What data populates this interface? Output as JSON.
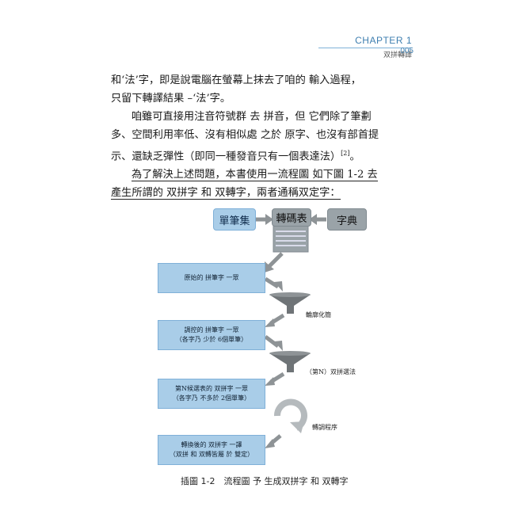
{
  "header": {
    "chapter": "CHAPTER 1",
    "subtitle": "双拼轉譯",
    "page_number": "005"
  },
  "body": {
    "p1_line1": "和‘法’字，即是說電腦在螢幕上抹去了咱的 輸入過程，",
    "p1_line2": "只留下轉譯結果 –‘法’字。",
    "p2_line1": "咱雖可直接用注音符號群 去 拼音，但 它們除了筆劃",
    "p2_line2": "多、空間利用率低、沒有相似處 之於 原字、也沒有部首提",
    "p2_line3a": "示、還缺乏彈性（即同一種發音只有一個表達法）",
    "p2_ref": "[2]",
    "p2_line3b": "。",
    "p3_line1": "為了解決上述問題，本書使用一流程圖 如下圖 1-2 去",
    "p3_line2": "產生所謂的 双拼字 和 双轉字，兩者通稱双定字："
  },
  "diagram": {
    "box_stroke": "單筆集",
    "box_table": "轉碼表",
    "box_dict": "字典",
    "step1": "原始的 拼筆字 一眾",
    "step2_line1": "調控的 拼筆字 一眾",
    "step2_line2": "（各字乃 少於 6個單筆）",
    "step3_line1": "第N候選表的 双拼字 一眾",
    "step3_line2": "（各字乃 不多於 2個單筆）",
    "step4_line1": "轉換後的 双拼字 一譯",
    "step4_line2": "（双拼 和 双轉皆屬 於 雙定）",
    "label_funnel1": "輪廓化簡",
    "label_funnel2": "（第N）双拼選法",
    "label_cycle": "轉調程序"
  },
  "caption": "插圖 1-2　流程圖 予 生成双拼字 和 双轉字",
  "colors": {
    "chapter_blue": "#3f7fb0",
    "box_blue": "#a9cde8",
    "box_gray": "#9aa3a8",
    "arrow_gray": "#8e9396",
    "funnel_gray": "#6f7477"
  }
}
